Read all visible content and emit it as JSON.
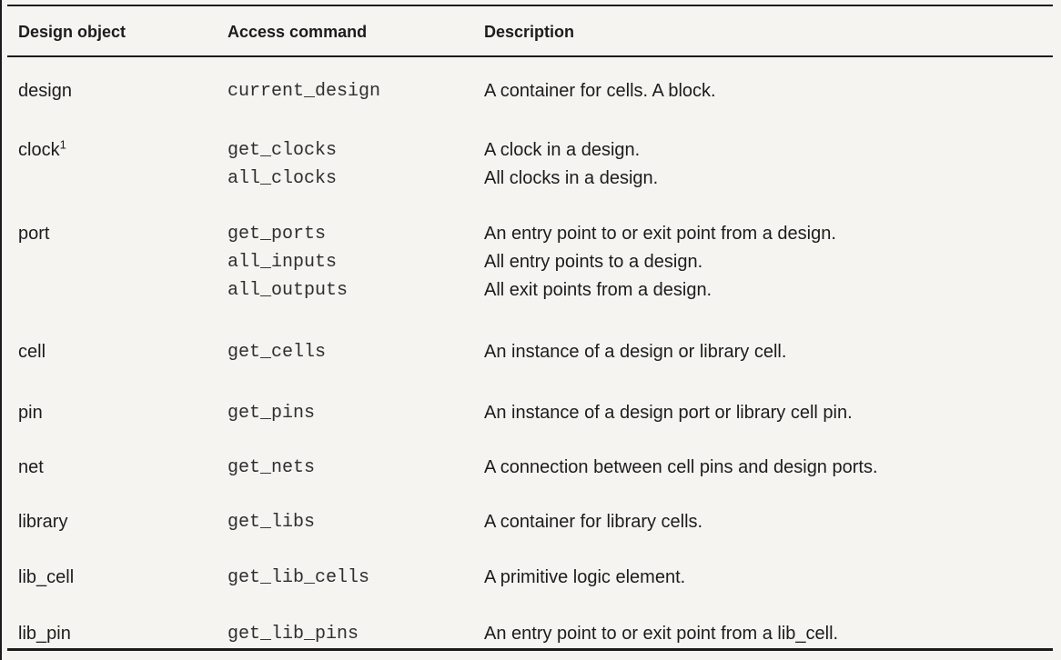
{
  "table": {
    "headers": {
      "design_object": "Design object",
      "access_command": "Access command",
      "description": "Description"
    },
    "rows": [
      {
        "object": "design",
        "commands": [
          "current_design"
        ],
        "descriptions": [
          "A container for cells. A block."
        ]
      },
      {
        "object": "clock",
        "footnote": "1",
        "commands": [
          "get_clocks",
          "all_clocks"
        ],
        "descriptions": [
          "A clock in a design.",
          "All clocks in a design."
        ]
      },
      {
        "object": "port",
        "commands": [
          "get_ports",
          "all_inputs",
          "all_outputs"
        ],
        "descriptions": [
          "An entry point to or exit point from a design.",
          "All entry points to a design.",
          "All exit points from a design."
        ]
      },
      {
        "object": "cell",
        "commands": [
          "get_cells"
        ],
        "descriptions": [
          "An instance of a design or library cell."
        ]
      },
      {
        "object": "pin",
        "commands": [
          "get_pins"
        ],
        "descriptions": [
          "An instance of a design port or library cell pin."
        ]
      },
      {
        "object": "net",
        "commands": [
          "get_nets"
        ],
        "descriptions": [
          "A connection between cell pins and design ports."
        ]
      },
      {
        "object": "library",
        "commands": [
          "get_libs"
        ],
        "descriptions": [
          "A container for library cells."
        ]
      },
      {
        "object": "lib_cell",
        "commands": [
          "get_lib_cells"
        ],
        "descriptions": [
          "A primitive logic element."
        ]
      },
      {
        "object": "lib_pin",
        "commands": [
          "get_lib_pins"
        ],
        "descriptions": [
          "An entry point to or exit point from a lib_cell."
        ]
      }
    ],
    "colors": {
      "background": "#f5f4f1",
      "text": "#1c1c1c",
      "rule": "#1b1b1b"
    }
  }
}
